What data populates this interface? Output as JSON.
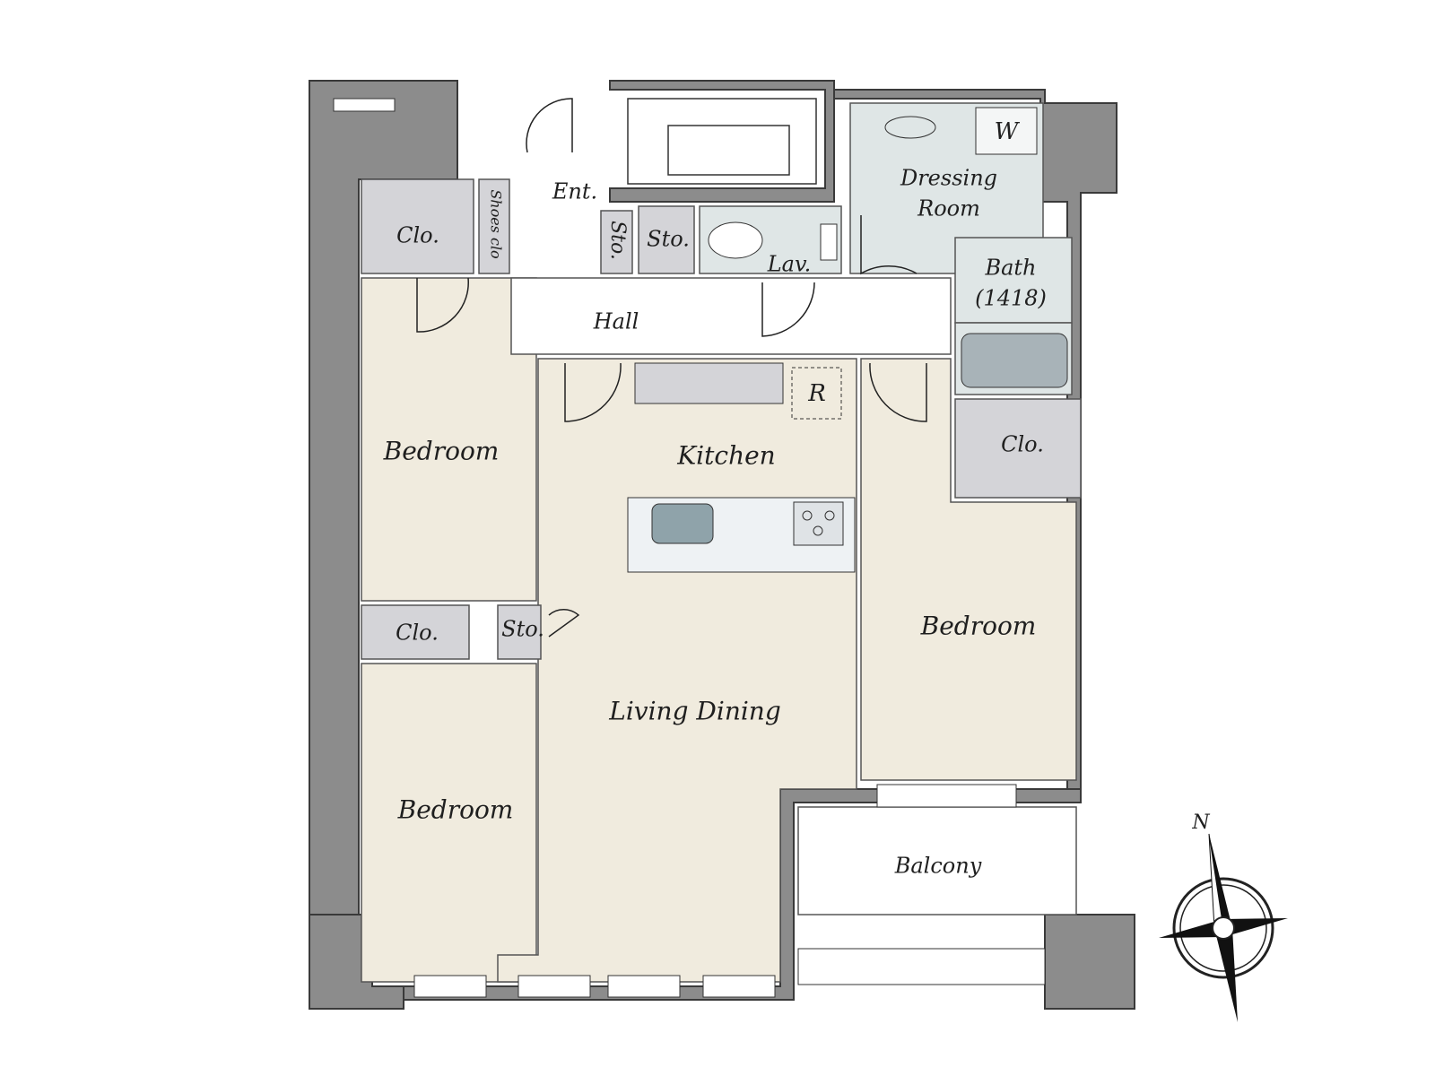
{
  "colors": {
    "wall": "#8c8c8c",
    "wall_edge": "#3a3a3a",
    "room_beige": "#f0ebde",
    "storage_grey": "#d4d4d8",
    "wet_area": "#dfe6e6",
    "kitchen_counter": "#eef2f4",
    "hall_white": "#ffffff"
  },
  "rooms": {
    "entrance": "Ent.",
    "shoes_closet": "Shoes clo",
    "storage_entry": "Sto.",
    "storage_hall": "Sto.",
    "lavatory": "Lav.",
    "dressing_line1": "Dressing",
    "dressing_line2": "Room",
    "washer": "W",
    "bath_line1": "Bath",
    "bath_line2": "(1418)",
    "closet_nw": "Clo.",
    "hall": "Hall",
    "bedroom_west": "Bedroom",
    "kitchen": "Kitchen",
    "refrigerator": "R",
    "closet_east": "Clo.",
    "bedroom_east": "Bedroom",
    "closet_sw": "Clo.",
    "storage_sw": "Sto.",
    "living_dining": "Living Dining",
    "bedroom_south": "Bedroom",
    "balcony": "Balcony"
  },
  "compass": {
    "north_label": "N",
    "icon": "compass-rose-icon"
  }
}
